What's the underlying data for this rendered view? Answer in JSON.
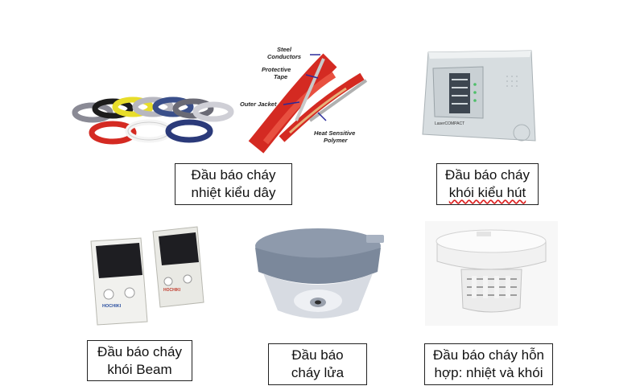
{
  "items": [
    {
      "id": "linear-heat",
      "caption": [
        "Đầu báo cháy",
        "nhiệt kiểu dây"
      ],
      "diagram_labels": {
        "steel": "Steel",
        "conductors": "Conductors",
        "protective": "Protective",
        "tape": "Tape",
        "outer_jacket": "Outer Jacket",
        "heat_sensitive": "Heat Sensitive",
        "polymer": "Polymer"
      }
    },
    {
      "id": "aspirating",
      "caption": [
        "Đầu báo cháy",
        "khói kiểu hút"
      ],
      "panel_text": "LaserCOMPACT"
    },
    {
      "id": "beam",
      "caption": [
        "Đầu báo cháy",
        "khói Beam"
      ],
      "brand": "HOCHIKI"
    },
    {
      "id": "flame",
      "caption": [
        "Đầu báo",
        "cháy lửa"
      ]
    },
    {
      "id": "multi",
      "caption": [
        "Đầu báo cháy hỗn",
        "hợp: nhiệt và khói"
      ]
    }
  ],
  "colors": {
    "cable_red": "#d42a22",
    "panel_grey": "#d7dde0",
    "detector_white": "#f1f1f1",
    "border": "#222222"
  }
}
